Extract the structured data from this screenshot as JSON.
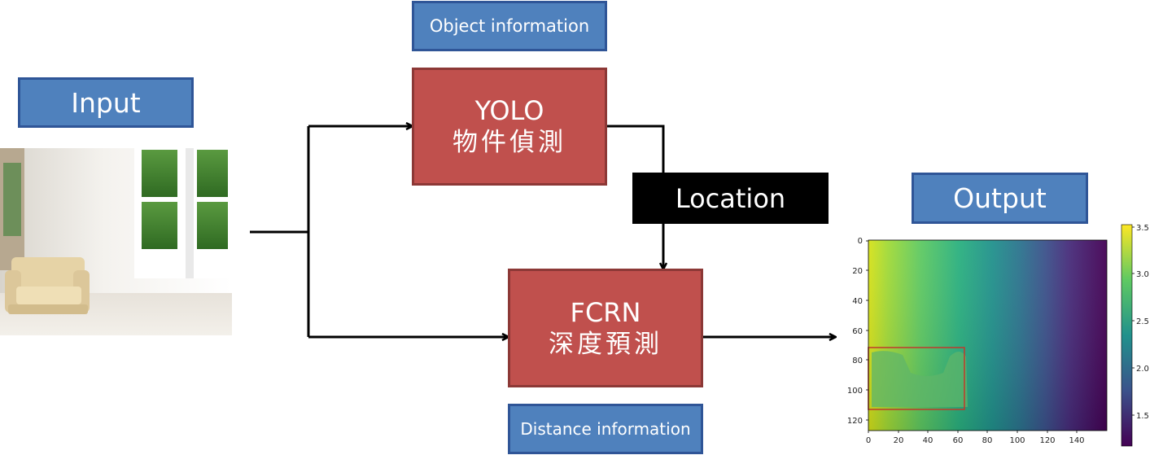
{
  "input": {
    "label": "Input"
  },
  "object_info": {
    "label": "Object information"
  },
  "yolo": {
    "title": "YOLO",
    "subtitle": "物件偵測"
  },
  "location": {
    "label": "Location"
  },
  "fcrn": {
    "title": "FCRN",
    "subtitle": "深度預測"
  },
  "distance_info": {
    "label": "Distance information"
  },
  "output": {
    "label": "Output"
  },
  "plot": {
    "y_ticks": [
      "0",
      "20",
      "40",
      "60",
      "80",
      "100",
      "120"
    ],
    "x_ticks": [
      "0",
      "20",
      "40",
      "60",
      "80",
      "100",
      "120",
      "140"
    ],
    "colorbar_ticks": [
      "3.5",
      "3.0",
      "2.5",
      "2.0",
      "1.5"
    ]
  },
  "colors": {
    "box_blue": "#4f81bd",
    "box_red": "#c0504d",
    "bbox_red": "#c0392b"
  }
}
